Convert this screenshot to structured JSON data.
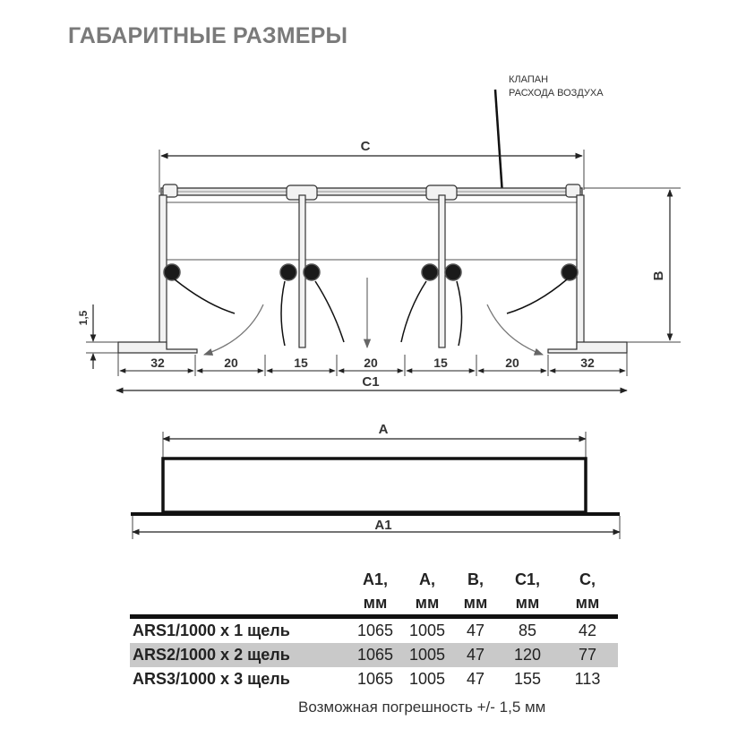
{
  "title": "ГАБАРИТНЫЕ РАЗМЕРЫ",
  "callout": {
    "line1": "КЛАПАН",
    "line2": "РАСХОДА ВОЗДУХА"
  },
  "dims": {
    "c": "C",
    "b": "B",
    "c1": "C1",
    "gap": "1,5",
    "segments": [
      "32",
      "20",
      "15",
      "20",
      "15",
      "20",
      "32"
    ],
    "a": "A",
    "a1": "A1"
  },
  "table": {
    "headers": [
      {
        "line1": "",
        "line2": ""
      },
      {
        "line1": "A1,",
        "line2": "мм"
      },
      {
        "line1": "A,",
        "line2": "мм"
      },
      {
        "line1": "B,",
        "line2": "мм"
      },
      {
        "line1": "C1,",
        "line2": "мм"
      },
      {
        "line1": "C,",
        "line2": "мм"
      }
    ],
    "rows": [
      {
        "model": "ARS1/1000 x 1 щель",
        "a1": "1065",
        "a": "1005",
        "b": "47",
        "c1": "85",
        "c": "42"
      },
      {
        "model": "ARS2/1000 x 2 щель",
        "a1": "1065",
        "a": "1005",
        "b": "47",
        "c1": "120",
        "c": "77"
      },
      {
        "model": "ARS3/1000 x 3 щель",
        "a1": "1065",
        "a": "1005",
        "b": "47",
        "c1": "155",
        "c": "113"
      }
    ]
  },
  "note": "Возможная погрешность +/- 1,5 мм"
}
